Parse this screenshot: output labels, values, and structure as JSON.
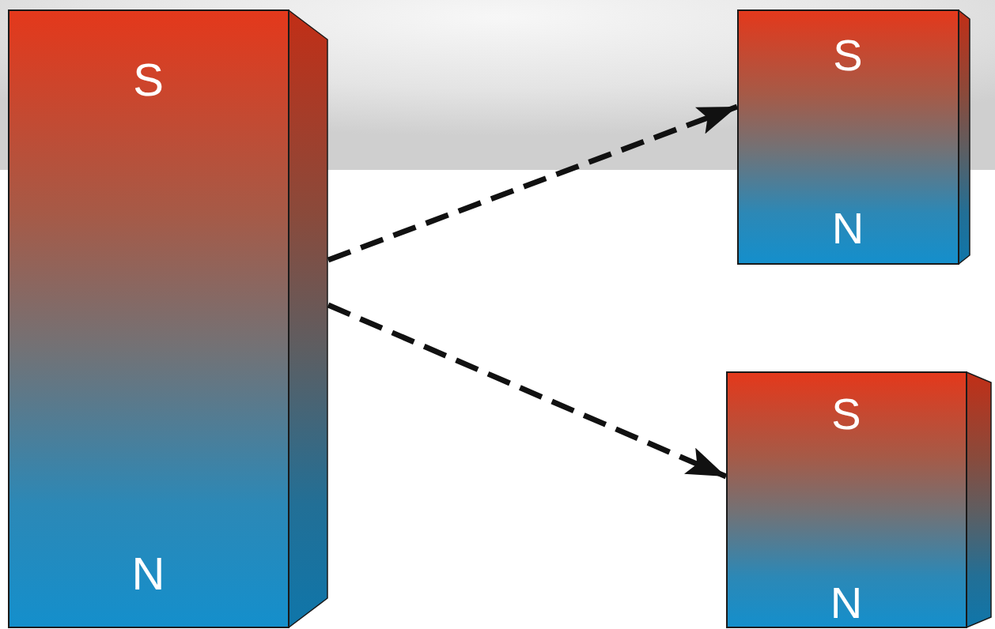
{
  "diagram": {
    "nodes": [
      {
        "text": [
          "S",
          "N"
        ]
      },
      {
        "text": [
          "S",
          "N"
        ]
      },
      {
        "text": [
          "S",
          "N"
        ]
      }
    ],
    "edges": [
      {
        "from": 0,
        "to": 1,
        "arrow": "to"
      },
      {
        "from": 0,
        "to": 2,
        "arrow": "to"
      }
    ]
  }
}
